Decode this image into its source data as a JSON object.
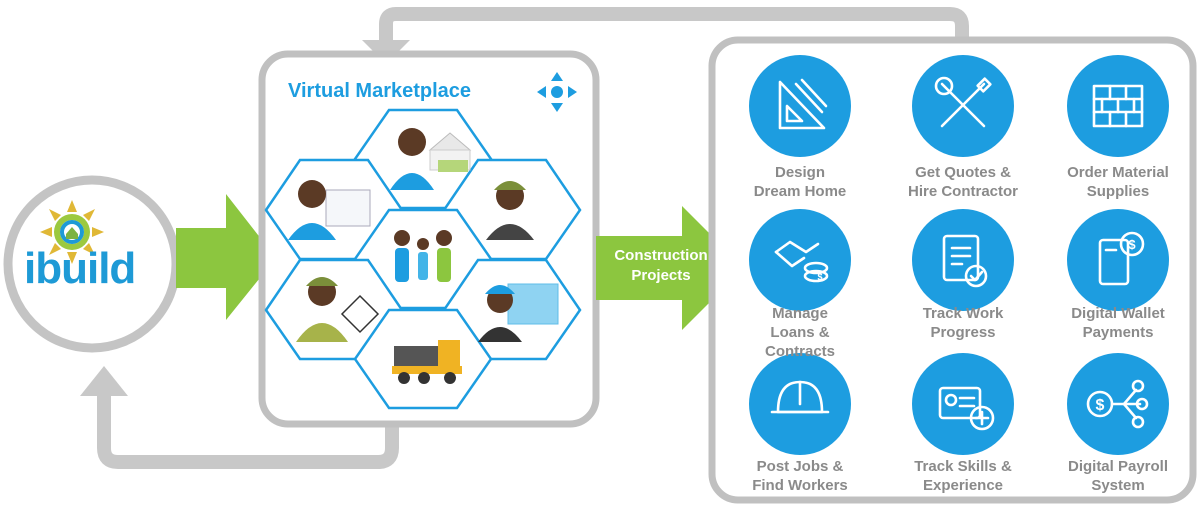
{
  "logo": {
    "text": "ibuild"
  },
  "marketplace": {
    "title": "Virtual Marketplace"
  },
  "arrow_label": {
    "line1": "Construction",
    "line2": "Projects"
  },
  "services": [
    {
      "line1": "Design",
      "line2": "Dream Home",
      "icon": "drafting-tools-icon"
    },
    {
      "line1": "Get Quotes &",
      "line2": "Hire Contractor",
      "icon": "wrench-screwdriver-icon"
    },
    {
      "line1": "Order Material",
      "line2": "Supplies",
      "icon": "bricks-icon"
    },
    {
      "line1": "Manage",
      "line2": "Loans &",
      "line3": "Contracts",
      "icon": "handshake-coins-icon"
    },
    {
      "line1": "Track Work",
      "line2": "Progress",
      "icon": "clipboard-check-icon"
    },
    {
      "line1": "Digital Wallet",
      "line2": "Payments",
      "icon": "phone-wallet-icon"
    },
    {
      "line1": "Post Jobs &",
      "line2": "Find Workers",
      "icon": "hard-hat-icon"
    },
    {
      "line1": "Track Skills &",
      "line2": "Experience",
      "icon": "id-card-plus-icon"
    },
    {
      "line1": "Digital Payroll",
      "line2": "System",
      "icon": "payroll-network-icon"
    }
  ],
  "colors": {
    "accent_blue": "#1d9de0",
    "arrow_green": "#8cc63f",
    "frame_gray": "#bdbdbd",
    "label_gray": "#8a8a8a"
  }
}
